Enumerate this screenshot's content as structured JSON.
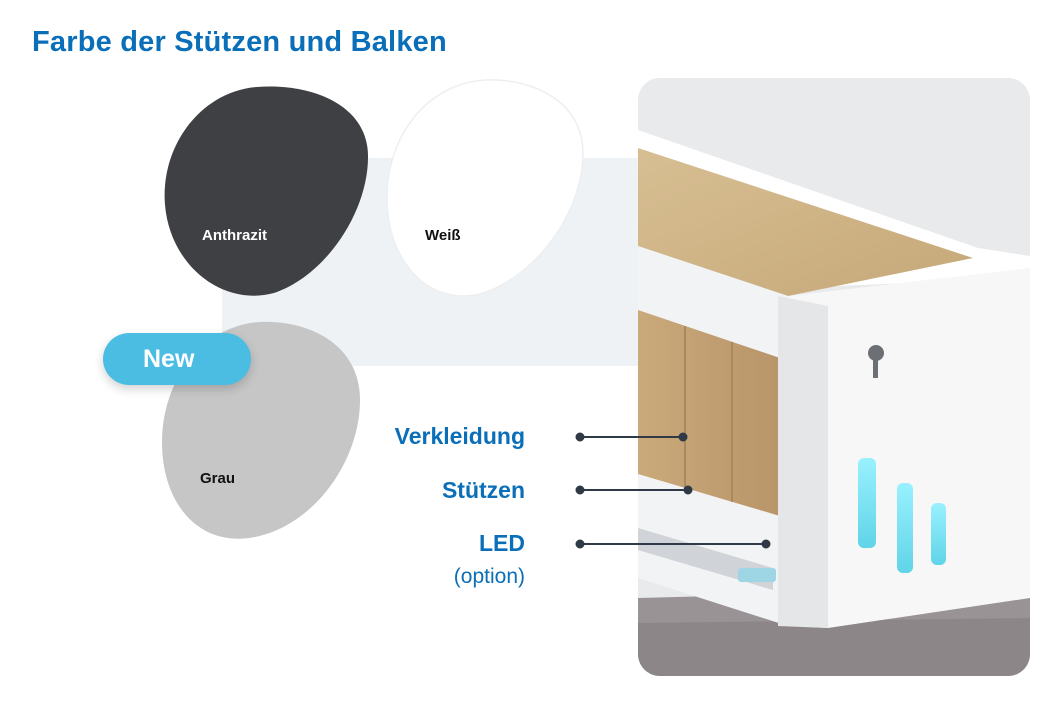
{
  "title": "Farbe der Stützen und Balken",
  "swatches": [
    {
      "label": "Anthrazit",
      "color": "#3e4043"
    },
    {
      "label": "Weiß",
      "color": "#ffffff"
    },
    {
      "label": "Grau",
      "color": "#c6c6c6"
    }
  ],
  "badge": {
    "label": "New",
    "color": "#4bbde3"
  },
  "legend": {
    "verkleidung": "Verkleidung",
    "stuetzen": "Stützen",
    "led": "LED",
    "led_sub": "(option)"
  },
  "colors": {
    "accent": "#0a6fb8",
    "panel": "#eef2f5",
    "led_glow": "#6fe3f0"
  }
}
